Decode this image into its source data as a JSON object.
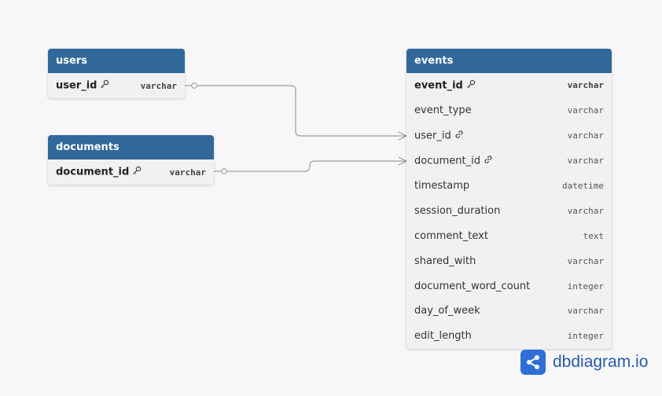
{
  "tables": {
    "users": {
      "title": "users",
      "columns": [
        {
          "name": "user_id",
          "type": "varchar",
          "pk": true
        }
      ]
    },
    "documents": {
      "title": "documents",
      "columns": [
        {
          "name": "document_id",
          "type": "varchar",
          "pk": true
        }
      ]
    },
    "events": {
      "title": "events",
      "columns": [
        {
          "name": "event_id",
          "type": "varchar",
          "pk": true
        },
        {
          "name": "event_type",
          "type": "varchar"
        },
        {
          "name": "user_id",
          "type": "varchar",
          "fk": true
        },
        {
          "name": "document_id",
          "type": "varchar",
          "fk": true
        },
        {
          "name": "timestamp",
          "type": "datetime"
        },
        {
          "name": "session_duration",
          "type": "varchar"
        },
        {
          "name": "comment_text",
          "type": "text"
        },
        {
          "name": "shared_with",
          "type": "varchar"
        },
        {
          "name": "document_word_count",
          "type": "integer"
        },
        {
          "name": "day_of_week",
          "type": "varchar"
        },
        {
          "name": "edit_length",
          "type": "integer"
        }
      ]
    }
  },
  "relationships": [
    {
      "from": "users.user_id",
      "to": "events.user_id",
      "type": "one-to-many"
    },
    {
      "from": "documents.document_id",
      "to": "events.document_id",
      "type": "one-to-many"
    }
  ],
  "brand": {
    "text": "dbdiagram.io",
    "color": "#2e6fd6"
  },
  "colors": {
    "header": "#31689a",
    "background": "#f7f7f9",
    "row": "#f1f1f1"
  }
}
